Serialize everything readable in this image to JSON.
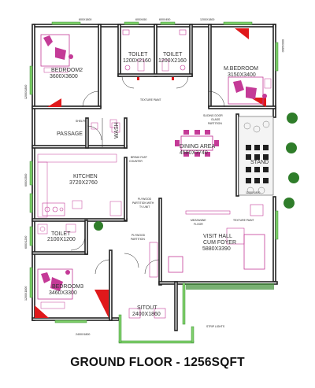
{
  "title": "GROUND FLOOR - 1256SQFT",
  "rooms": {
    "bedroom2": {
      "name": "BEDROOM2",
      "size": "3600X3600"
    },
    "toilet1": {
      "name": "TOILET",
      "size": "1200X2160"
    },
    "toilet2": {
      "name": "TOILET",
      "size": "1200X2160"
    },
    "mbedroom": {
      "name": "M.BEDROOM",
      "size": "3150X3400"
    },
    "passage": {
      "name": "PASSAGE"
    },
    "wash": {
      "name": "WASH"
    },
    "dining": {
      "name": "DINING AREA",
      "size": "4580X3740"
    },
    "stand": {
      "name": "STAND"
    },
    "kitchen": {
      "name": "KITCHEN",
      "size": "3720X2760"
    },
    "toilet3": {
      "name": "TOILET",
      "size": "2100X1200"
    },
    "bedroom3": {
      "name": "BEDROOM3",
      "size": "3460X3300"
    },
    "visithall": {
      "name": "VISIT HALL",
      "name2": "CUM FOYER",
      "size": "5880X3390"
    },
    "sitout": {
      "name": "SITOUT",
      "size": "2400X1860"
    }
  },
  "dims": {
    "top1": "600X1800",
    "top2": "600X450",
    "top3": "600X450",
    "top4": "1200X1800",
    "right_vert": "600X1800",
    "left_vert1": "1200X1800",
    "left_vert2": "600X1500",
    "left_vert3": "600X1200",
    "left_vert4": "1200X1800",
    "right_mid": "1200X1800",
    "bottom": "2400X1800"
  },
  "notes": {
    "texture_paint": "TEXTURE PAINT",
    "sliding_door": "SLIDING DOOR",
    "glass_partition": "GLASS",
    "partition": "PARTITION",
    "shelfs": "SHELFS",
    "breakfast": "BREAK FAST",
    "counter": "COUNTER",
    "plywood": "PLYWOOD",
    "partition_tv": "PARTITION WITH",
    "tv_unit": "TV UNIT",
    "mezzanine": "MEZZANINE",
    "floor": "FLOOR",
    "texture_paint2": "TEXTURE PAINT",
    "plywood2": "PLYWOOD",
    "partition2": "PARTITION",
    "strip_lights": "STRIP LIGHTS"
  },
  "colors": {
    "furniture": "#c43a97",
    "window": "#7ed06a",
    "door_marker": "#e0191b",
    "paving": "#1f1f1f",
    "plants": "#2f7d2a"
  }
}
